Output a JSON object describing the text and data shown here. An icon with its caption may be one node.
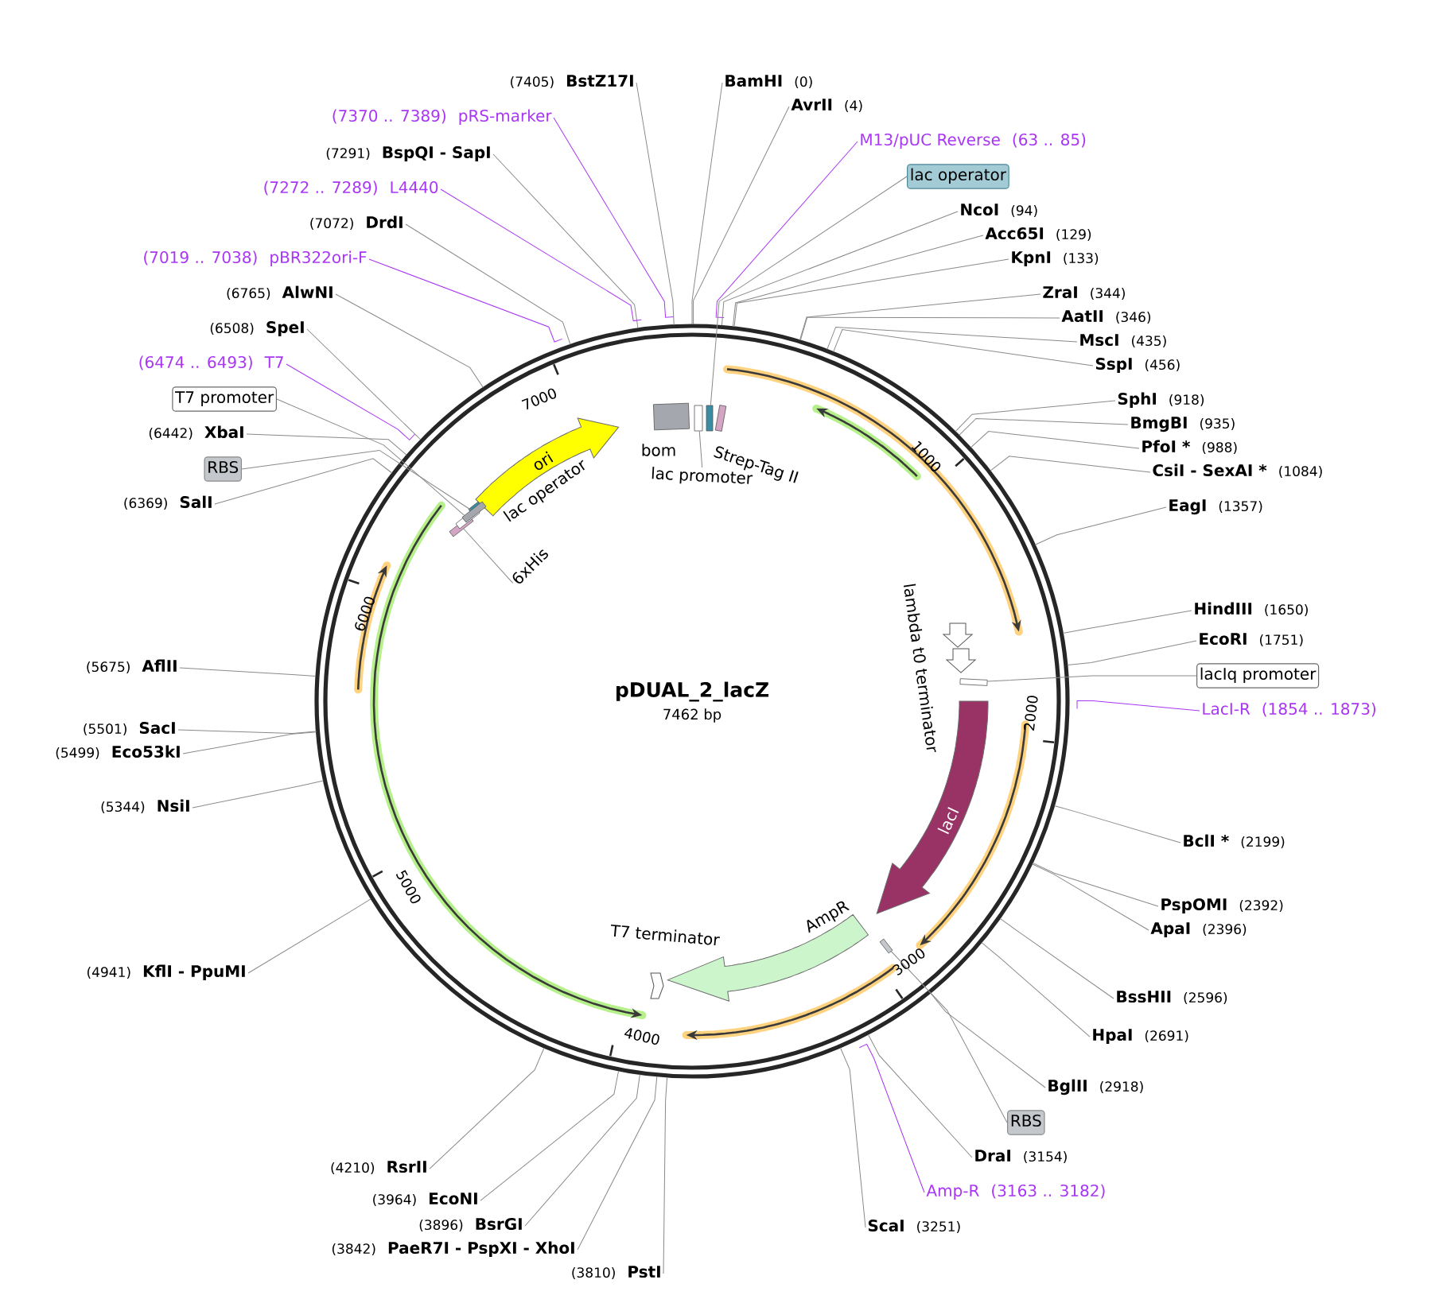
{
  "diagram": {
    "title": "pDUAL_2_lacZ",
    "nodes": [
      {
        "text": [
          "ori"
        ]
      },
      {
        "text": [
          "lacI"
        ]
      },
      {
        "text": [
          "AmpR"
        ]
      },
      {
        "text": [
          "T7 terminator"
        ]
      },
      {
        "text": [
          "lambda t0 terminator"
        ]
      },
      {
        "text": [
          "bom"
        ]
      },
      {
        "text": [
          "lac promoter"
        ]
      },
      {
        "text": [
          "Strep-Tag II"
        ]
      },
      {
        "text": [
          "lac operator"
        ]
      },
      {
        "text": [
          "6xHis"
        ]
      },
      {
        "text": [
          "(7405)",
          "BstZ17I"
        ]
      },
      {
        "text": [
          "(7370 .. 7389)",
          "pRS-marker"
        ]
      },
      {
        "text": [
          "(7291)",
          "BspQI - SapI"
        ]
      },
      {
        "text": [
          "(7272 .. 7289)",
          "L4440"
        ]
      },
      {
        "text": [
          "(7072)",
          "DrdI"
        ]
      },
      {
        "text": [
          "(7019 .. 7038)",
          "pBR322ori-F"
        ]
      },
      {
        "text": [
          "(6765)",
          "AlwNI"
        ]
      },
      {
        "text": [
          "(6508)",
          "SpeI"
        ]
      },
      {
        "text": [
          "(6474 .. 6493)",
          "T7"
        ]
      },
      {
        "text": [
          "T7 promoter"
        ]
      },
      {
        "text": [
          "(6442)",
          "XbaI"
        ]
      },
      {
        "text": [
          "RBS"
        ]
      },
      {
        "text": [
          "(6369)",
          "SalI"
        ]
      },
      {
        "text": [
          "(5675)",
          "AflII"
        ]
      },
      {
        "text": [
          "(5501)",
          "SacI"
        ]
      },
      {
        "text": [
          "(5499)",
          "Eco53kI"
        ]
      },
      {
        "text": [
          "(5344)",
          "NsiI"
        ]
      },
      {
        "text": [
          "(4941)",
          "KflI - PpuMI"
        ]
      },
      {
        "text": [
          "(4210)",
          "RsrII"
        ]
      },
      {
        "text": [
          "(3964)",
          "EcoNI"
        ]
      },
      {
        "text": [
          "(3896)",
          "BsrGI"
        ]
      },
      {
        "text": [
          "(3842)",
          "PaeR7I - PspXI - XhoI"
        ]
      },
      {
        "text": [
          "(3810)",
          "PstI"
        ]
      },
      {
        "text": [
          "BamHI",
          "(0)"
        ]
      },
      {
        "text": [
          "AvrII",
          "(4)"
        ]
      },
      {
        "text": [
          "M13/pUC Reverse",
          "(63 .. 85)"
        ]
      },
      {
        "text": [
          "lac operator"
        ]
      },
      {
        "text": [
          "NcoI",
          "(94)"
        ]
      },
      {
        "text": [
          "Acc65I",
          "(129)"
        ]
      },
      {
        "text": [
          "KpnI",
          "(133)"
        ]
      },
      {
        "text": [
          "ZraI",
          "(344)"
        ]
      },
      {
        "text": [
          "AatII",
          "(346)"
        ]
      },
      {
        "text": [
          "MscI",
          "(435)"
        ]
      },
      {
        "text": [
          "SspI",
          "(456)"
        ]
      },
      {
        "text": [
          "SphI",
          "(918)"
        ]
      },
      {
        "text": [
          "BmgBI",
          "(935)"
        ]
      },
      {
        "text": [
          "PfoI *",
          "(988)"
        ]
      },
      {
        "text": [
          "CsiI - SexAI *",
          "(1084)"
        ]
      },
      {
        "text": [
          "EagI",
          "(1357)"
        ]
      },
      {
        "text": [
          "HindIII",
          "(1650)"
        ]
      },
      {
        "text": [
          "EcoRI",
          "(1751)"
        ]
      },
      {
        "text": [
          "lacIq promoter"
        ]
      },
      {
        "text": [
          "LacI-R",
          "(1854 .. 1873)"
        ]
      },
      {
        "text": [
          "BclI *",
          "(2199)"
        ]
      },
      {
        "text": [
          "PspOMI",
          "(2392)"
        ]
      },
      {
        "text": [
          "ApaI",
          "(2396)"
        ]
      },
      {
        "text": [
          "BssHII",
          "(2596)"
        ]
      },
      {
        "text": [
          "HpaI",
          "(2691)"
        ]
      },
      {
        "text": [
          "BglII",
          "(2918)"
        ]
      },
      {
        "text": [
          "RBS"
        ]
      },
      {
        "text": [
          "DraI",
          "(3154)"
        ]
      },
      {
        "text": [
          "Amp-R",
          "(3163 .. 3182)"
        ]
      },
      {
        "text": [
          "ScaI",
          "(3251)"
        ]
      },
      {
        "text": [],
        "shape": "box"
      },
      {
        "text": [],
        "shape": "box"
      },
      {
        "text": [],
        "shape": "box"
      },
      {
        "text": [],
        "shape": "box"
      },
      {
        "text": [],
        "shape": "box"
      },
      {
        "text": [],
        "shape": "box"
      },
      {
        "text": [],
        "shape": "box"
      }
    ],
    "edges": [
      {
        "from": 6,
        "to": 63,
        "arrow": "none"
      },
      {
        "from": 9,
        "to": 65,
        "arrow": "none"
      },
      {
        "from": 10,
        "to": null,
        "arrow": "none"
      },
      {
        "from": 11,
        "to": null,
        "arrow": "none",
        "color": "#a936f5"
      },
      {
        "from": 12,
        "to": null,
        "arrow": "none"
      },
      {
        "from": 13,
        "to": null,
        "arrow": "none",
        "color": "#a936f5"
      },
      {
        "from": 14,
        "to": null,
        "arrow": "none"
      },
      {
        "from": 15,
        "to": null,
        "arrow": "none",
        "color": "#a936f5"
      },
      {
        "from": 16,
        "to": null,
        "arrow": "none"
      },
      {
        "from": 17,
        "to": null,
        "arrow": "none"
      },
      {
        "from": 18,
        "to": null,
        "arrow": "none",
        "color": "#a936f5"
      },
      {
        "from": 19,
        "to": 66,
        "arrow": "none"
      },
      {
        "from": 20,
        "to": null,
        "arrow": "none"
      },
      {
        "from": 21,
        "to": 67,
        "arrow": "none"
      },
      {
        "from": 22,
        "to": null,
        "arrow": "none"
      },
      {
        "from": 23,
        "to": null,
        "arrow": "none"
      },
      {
        "from": 24,
        "to": null,
        "arrow": "none"
      },
      {
        "from": 25,
        "to": null,
        "arrow": "none"
      },
      {
        "from": 26,
        "to": null,
        "arrow": "none"
      },
      {
        "from": 27,
        "to": null,
        "arrow": "none"
      },
      {
        "from": 28,
        "to": null,
        "arrow": "none"
      },
      {
        "from": 29,
        "to": null,
        "arrow": "none"
      },
      {
        "from": 30,
        "to": null,
        "arrow": "none"
      },
      {
        "from": 31,
        "to": null,
        "arrow": "none"
      },
      {
        "from": 32,
        "to": null,
        "arrow": "none"
      },
      {
        "from": 33,
        "to": null,
        "arrow": "none"
      },
      {
        "from": 34,
        "to": null,
        "arrow": "none"
      },
      {
        "from": 35,
        "to": null,
        "arrow": "none",
        "color": "#a936f5"
      },
      {
        "from": 36,
        "to": 64,
        "arrow": "none"
      },
      {
        "from": 37,
        "to": null,
        "arrow": "none"
      },
      {
        "from": 38,
        "to": null,
        "arrow": "none"
      },
      {
        "from": 39,
        "to": null,
        "arrow": "none"
      },
      {
        "from": 40,
        "to": null,
        "arrow": "none"
      },
      {
        "from": 41,
        "to": null,
        "arrow": "none"
      },
      {
        "from": 42,
        "to": null,
        "arrow": "none"
      },
      {
        "from": 43,
        "to": null,
        "arrow": "none"
      },
      {
        "from": 44,
        "to": null,
        "arrow": "none"
      },
      {
        "from": 45,
        "to": null,
        "arrow": "none"
      },
      {
        "from": 46,
        "to": null,
        "arrow": "none"
      },
      {
        "from": 47,
        "to": null,
        "arrow": "none"
      },
      {
        "from": 48,
        "to": null,
        "arrow": "none"
      },
      {
        "from": 49,
        "to": null,
        "arrow": "none"
      },
      {
        "from": 50,
        "to": null,
        "arrow": "none"
      },
      {
        "from": 51,
        "to": 68,
        "arrow": "none"
      },
      {
        "from": 52,
        "to": null,
        "arrow": "none",
        "color": "#a936f5"
      },
      {
        "from": 53,
        "to": null,
        "arrow": "none"
      },
      {
        "from": 54,
        "to": null,
        "arrow": "none"
      },
      {
        "from": 55,
        "to": null,
        "arrow": "none"
      },
      {
        "from": 56,
        "to": null,
        "arrow": "none"
      },
      {
        "from": 57,
        "to": null,
        "arrow": "none"
      },
      {
        "from": 58,
        "to": null,
        "arrow": "none"
      },
      {
        "from": 59,
        "to": 69,
        "arrow": "none"
      },
      {
        "from": 60,
        "to": null,
        "arrow": "none"
      },
      {
        "from": 61,
        "to": null,
        "arrow": "none",
        "color": "#a936f5"
      },
      {
        "from": 62,
        "to": null,
        "arrow": "none"
      }
    ],
    "labels": [
      "7462 bp",
      "1000",
      "2000",
      "3000",
      "4000",
      "5000",
      "6000",
      "7000"
    ]
  }
}
